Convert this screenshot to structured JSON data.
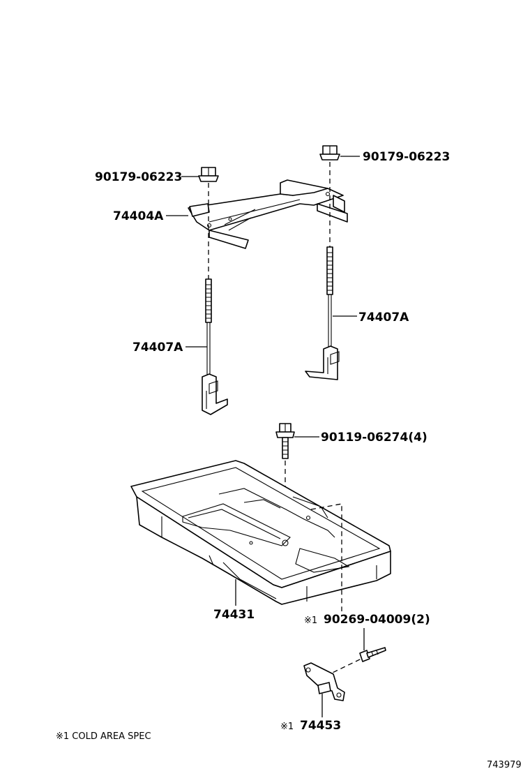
{
  "labels": {
    "nut_left": "90179-06223",
    "nut_right": "90179-06223",
    "clamp": "74404A",
    "rod_left": "74407A",
    "rod_right": "74407A",
    "bolt": "90119-06274(4)",
    "tray": "74431",
    "clip_mark": "※1",
    "clip": "90269-04009(2)",
    "bracket_mark": "※1",
    "bracket": "74453"
  },
  "footnote": "※1 COLD AREA SPEC",
  "figure_id": "743979"
}
